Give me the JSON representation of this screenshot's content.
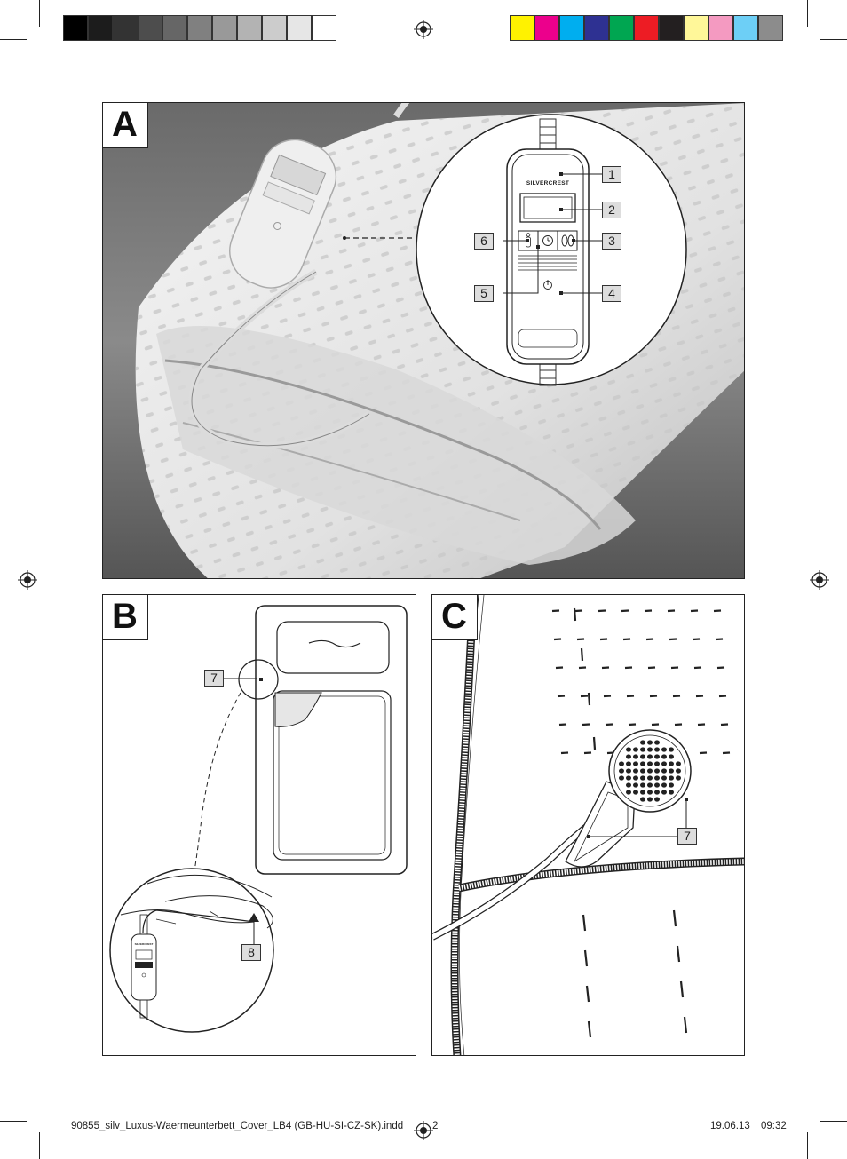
{
  "print_marks": {
    "gray_swatches": [
      "#000000",
      "#1c1c1c",
      "#333333",
      "#4d4d4d",
      "#666666",
      "#808080",
      "#999999",
      "#b3b3b3",
      "#cccccc",
      "#e6e6e6",
      "#ffffff"
    ],
    "color_swatches": [
      "#fff200",
      "#ec008c",
      "#00aeef",
      "#2e3192",
      "#00a651",
      "#ed1c24",
      "#231f20",
      "#fff799",
      "#f49ac1",
      "#6dcff6",
      "#8c8c8c"
    ]
  },
  "figures": {
    "a": {
      "label": "A",
      "brand": "SILVERCREST",
      "callouts": [
        "1",
        "2",
        "3",
        "4",
        "5",
        "6"
      ]
    },
    "b": {
      "label": "B",
      "callouts": [
        "7",
        "8"
      ],
      "brand": "SILVERCREST"
    },
    "c": {
      "label": "C",
      "callouts": [
        "7"
      ]
    }
  },
  "footer": {
    "filename": "90855_silv_Luxus-Waermeunterbett_Cover_LB4 (GB-HU-SI-CZ-SK).indd",
    "page": "2",
    "date": "19.06.13",
    "time": "09:32"
  }
}
